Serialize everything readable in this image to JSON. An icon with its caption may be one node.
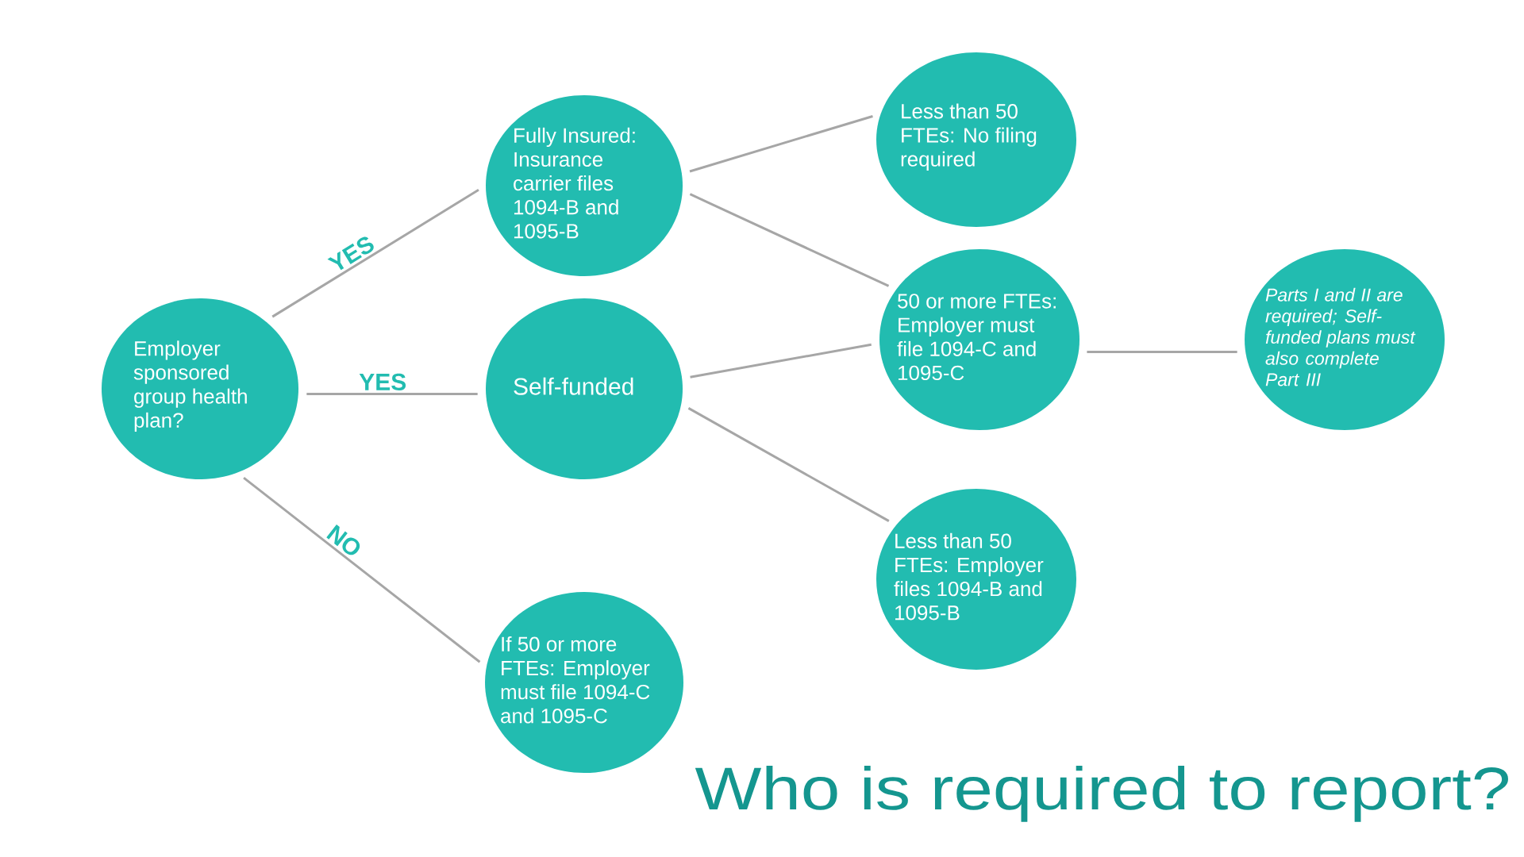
{
  "diagram": {
    "title": "Who is required to report?",
    "nodes": [
      {
        "text": [
          "Employer sponsored group health plan?"
        ]
      },
      {
        "text": [
          "Fully Insured: Insurance carrier files 1094-B and 1095-B"
        ]
      },
      {
        "text": [
          "Self-funded"
        ]
      },
      {
        "text": [
          "If 50 or more FTEs: Employer must file 1094-C and 1095-C"
        ]
      },
      {
        "text": [
          "Less than 50 FTEs: No filing required"
        ]
      },
      {
        "text": [
          "50 or more FTEs: Employer must file 1094-C and 1095-C"
        ]
      },
      {
        "text": [
          "Less than 50 FTEs: Employer files 1094-B and 1095-B"
        ]
      },
      {
        "text": [
          "Parts I and II are required; Self-funded plans must also complete Part III"
        ]
      }
    ],
    "edges": [
      {
        "from": 0,
        "to": 1,
        "arrow": "none",
        "label": "YES"
      },
      {
        "from": 0,
        "to": 2,
        "arrow": "none",
        "label": "YES"
      },
      {
        "from": 0,
        "to": 3,
        "arrow": "none",
        "label": "NO"
      },
      {
        "from": 1,
        "to": 4,
        "arrow": "none"
      },
      {
        "from": 1,
        "to": 5,
        "arrow": "none"
      },
      {
        "from": 2,
        "to": 5,
        "arrow": "none"
      },
      {
        "from": 2,
        "to": 6,
        "arrow": "none"
      },
      {
        "from": 5,
        "to": 7,
        "arrow": "none"
      }
    ]
  }
}
